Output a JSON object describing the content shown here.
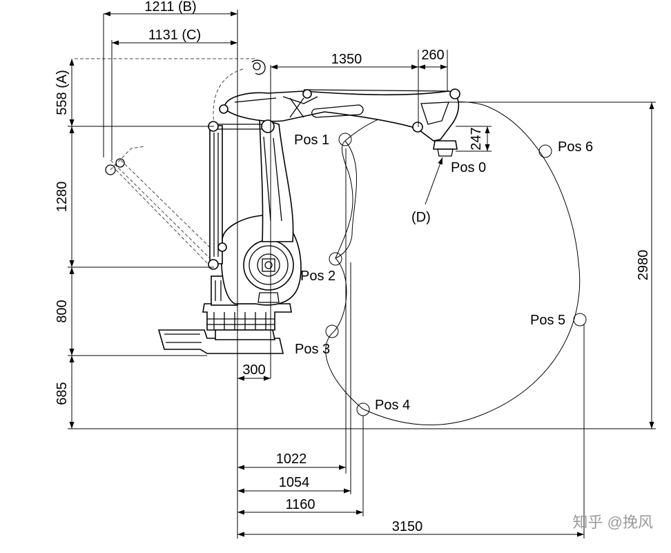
{
  "dimensions": {
    "top_b": "1211 (B)",
    "top_c": "1131 (C)",
    "top_1350": "1350",
    "top_260": "260",
    "left_a": "558 (A)",
    "left_1280": "1280",
    "left_800": "800",
    "left_685": "685",
    "right_2980": "2980",
    "wrist_247": "247",
    "base_300": "300",
    "bottom_1022": "1022",
    "bottom_1054": "1054",
    "bottom_1160": "1160",
    "bottom_3150": "3150"
  },
  "positions": {
    "pos0": "Pos 0",
    "pos1": "Pos 1",
    "pos2": "Pos 2",
    "pos3": "Pos 3",
    "pos4": "Pos 4",
    "pos5": "Pos 5",
    "pos6": "Pos 6"
  },
  "callout_d": "(D)",
  "watermark": "知乎 @挽风"
}
